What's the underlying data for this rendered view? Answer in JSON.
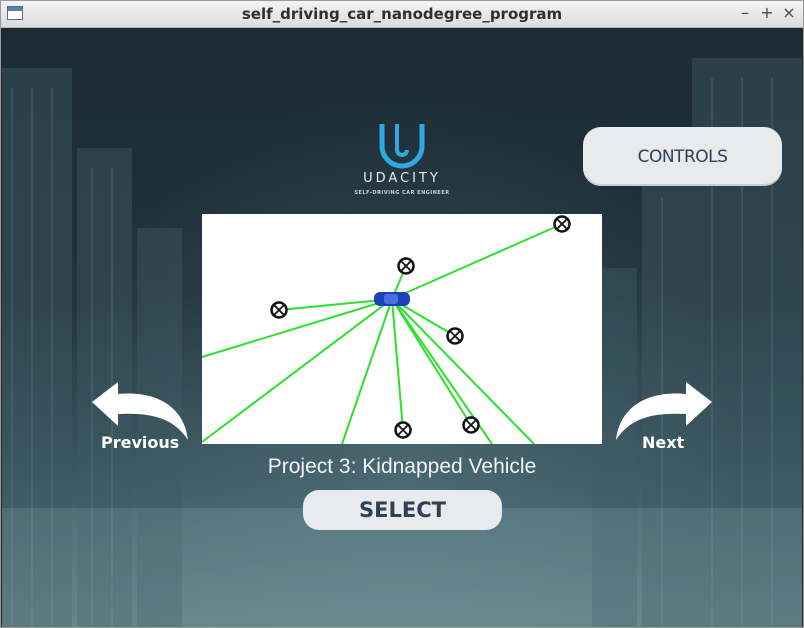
{
  "window": {
    "title": "self_driving_car_nanodegree_program",
    "minimize": "–",
    "maximize": "+",
    "close": "×"
  },
  "logo": {
    "brand": "UDACITY",
    "subtitle": "SELF-DRIVING CAR ENGINEER",
    "color": "#2ea8e0"
  },
  "controls_button": {
    "label": "CONTROLS"
  },
  "preview": {
    "icon": "kidnapped-vehicle-preview"
  },
  "nav": {
    "previous_label": "Previous",
    "next_label": "Next"
  },
  "project": {
    "title": "Project 3: Kidnapped Vehicle"
  },
  "select_button": {
    "label": "SELECT"
  },
  "colors": {
    "beam": "#2de02d",
    "car": "#1e3fb8"
  }
}
